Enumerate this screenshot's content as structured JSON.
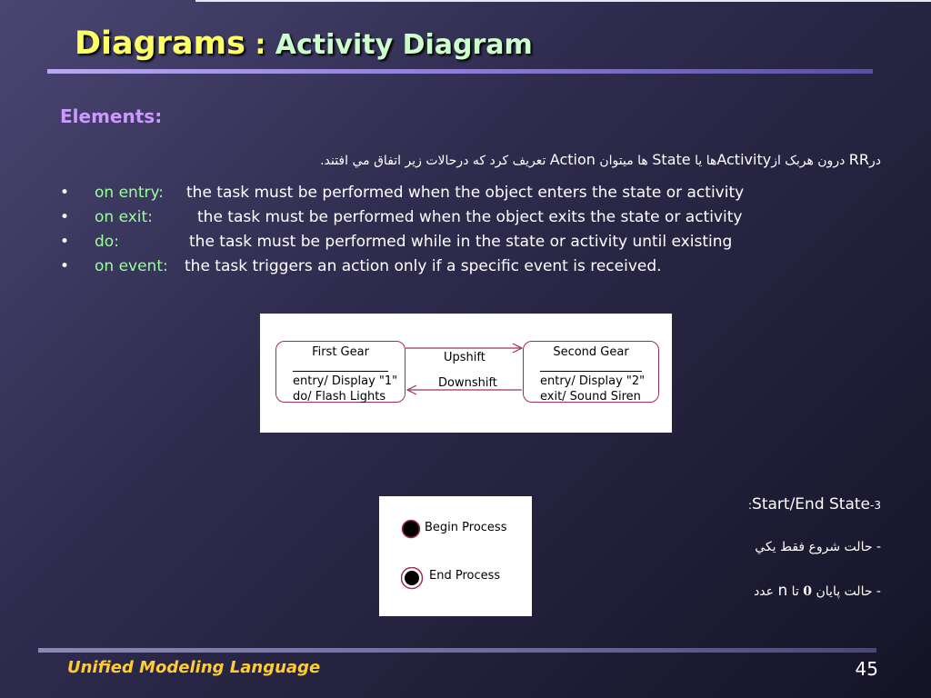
{
  "slide": {
    "title_main": "Diagrams",
    "title_sep": " : ",
    "title_sub": "Activity Diagram",
    "elements_label": "Elements:",
    "rtl_intro": {
      "p1": "در",
      "p2": "RR",
      "p3": " درون هربک از",
      "p4": "Activity",
      "p5": "ها  یا  ",
      "p6": "State",
      "p7": " ها میتوان  ",
      "p8": "Action",
      "p9": "  تعریف کرد که درحالات زیر اتفاق مي افتند."
    },
    "bullets": [
      {
        "dot": "•",
        "term": "on entry:",
        "desc": "the task must be performed when the object enters the state or activity"
      },
      {
        "dot": "•",
        "term": "on exit:",
        "desc": "the task must be performed when the object exits the state or activity"
      },
      {
        "dot": "•",
        "term": "do:",
        "desc": "the task must be performed while in the state or activity until existing"
      },
      {
        "dot": "•",
        "term": "on event:",
        "desc": "the task triggers an action only if a specific event is received."
      }
    ],
    "state_diagram": {
      "first_state": {
        "name": "First Gear",
        "line1": "entry/ Display \"1\"",
        "line2": "do/ Flash Lights"
      },
      "second_state": {
        "name": "Second Gear",
        "line1": "entry/ Display \"2\"",
        "line2": "exit/ Sound Siren"
      },
      "upshift_label": "Upshift",
      "downshift_label": "Downshift"
    },
    "process_legend": {
      "begin_label": "Begin Process",
      "end_label": "End Process"
    },
    "start_end_note": {
      "prefix": "3-",
      "text": "Start/End State",
      "suffix": ":"
    },
    "rtl_note_1": "- حالت شروع فقط يکي",
    "rtl_note_2": {
      "a": "- حالت پایان ",
      "b": "0",
      "c": " تا ",
      "d": "n",
      "e": " عدد"
    },
    "footer_title": "Unified Modeling Language",
    "page_number": "45"
  },
  "colors": {
    "title": "#ffff66",
    "subtitle": "#ccffcc",
    "elements_label": "#cc99ff",
    "bullet_term": "#99ff99",
    "footer_title": "#ffcc33",
    "state_border": "#a0304a"
  }
}
